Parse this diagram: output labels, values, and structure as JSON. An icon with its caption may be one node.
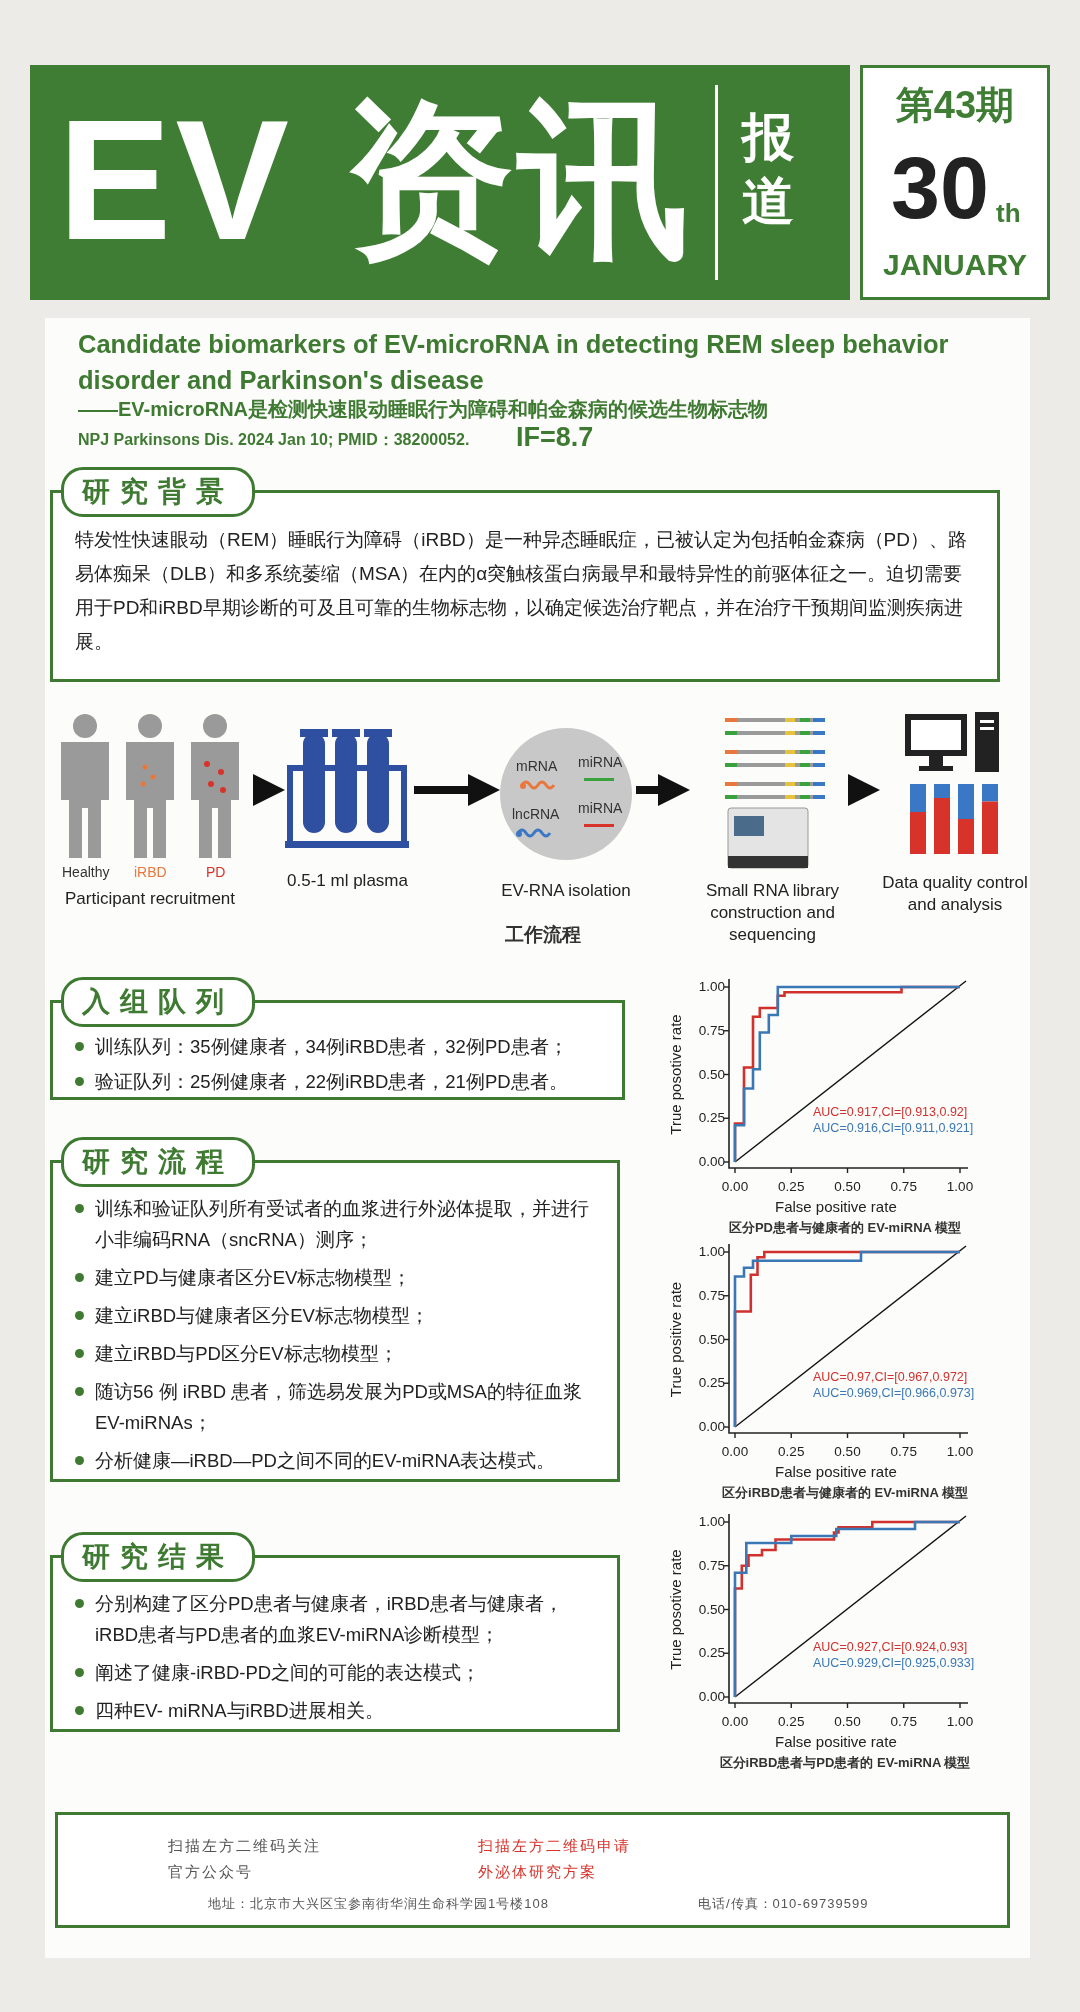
{
  "diagram": {
    "title": "Candidate biomarkers of EV-microRNA in detecting REM sleep behavior disorder and Parkinson's disease",
    "nodes": [
      {
        "text": [
          "EV 资讯",
          "报道"
        ]
      },
      {
        "text": [
          "第43期",
          "30",
          "th",
          "JANUARY"
        ]
      },
      {
        "text": [
          "研究背景",
          "特发性快速眼动（REM）睡眠行为障碍（iRBD）是一种异态睡眠症，已被认定为包括帕金森病（PD）、路易体痴呆（DLB）和多系统萎缩（MSA）在内的α突触核蛋白病最早和最特异性的前驱体征之一。迫切需要用于PD和iRBD早期诊断的可及且可靠的生物标志物，以确定候选治疗靶点，并在治疗干预期间监测疾病进展。"
        ]
      },
      {
        "text": [
          "Participant recruitment"
        ]
      },
      {
        "text": [
          "0.5-1 ml plasma"
        ]
      },
      {
        "text": [
          "mRNA",
          "miRNA",
          "lncRNA",
          "miRNA"
        ],
        "beside": [
          "EV-RNA isolation"
        ]
      },
      {
        "text": [
          "Small RNA library construction and sequencing"
        ]
      },
      {
        "text": [
          "Data quality control and analysis"
        ]
      },
      {
        "text": [
          "入组队列",
          "训练队列：35例健康者，34例iRBD患者，32例PD患者；",
          "验证队列：25例健康者，22例iRBD患者，21例PD患者。"
        ]
      },
      {
        "text": [
          "研究流程",
          "训练和验证队列所有受试者的血浆进行外泌体提取，并进行小非编码RNA（sncRNA）测序；",
          "建立PD与健康者区分EV标志物模型；",
          "建立iRBD与健康者区分EV标志物模型；",
          "建立iRBD与PD区分EV标志物模型；",
          "随访56 例 iRBD 患者，筛选易发展为PD或MSA的特征血浆EV-miRNAs；",
          "分析健康—iRBD—PD之间不同的EV-miRNA表达模式。"
        ]
      },
      {
        "text": [
          "研究结果",
          "分别构建了区分PD患者与健康者，iRBD患者与健康者，iRBD患者与PD患者的血浆EV-miRNA诊断模型；",
          "阐述了健康-iRBD-PD之间的可能的表达模式；",
          "四种EV- miRNA与iRBD进展相关。"
        ]
      },
      {
        "text": [
          "扫描左方二维码关注官方公众号",
          "扫描左方二维码申请外泌体研究方案",
          "地址：北京市大兴区宝参南街华润生命科学园1号楼108",
          "电话/传真：010-69739599"
        ]
      }
    ],
    "edges": [
      {
        "from": 3,
        "to": 4,
        "arrow": "to"
      },
      {
        "from": 4,
        "to": 5,
        "arrow": "to"
      },
      {
        "from": 5,
        "to": 6,
        "arrow": "to"
      },
      {
        "from": 6,
        "to": 7,
        "arrow": "to"
      }
    ],
    "labels": [
      "——EV-microRNA是检测快速眼动睡眠行为障碍和帕金森病的候选生物标志物",
      "NPJ Parkinsons Dis. 2024 Jan 10; PMID：38200052.",
      "IF=8.7",
      "Healthy",
      "iRBD",
      "PD",
      "工作流程",
      "1.00",
      "0.75",
      "0.50",
      "0.25",
      "0.00",
      "True posotive rate",
      "AUC=0.917,CI=[0.913,0.92]",
      "AUC=0.916,CI=[0.911,0.921]",
      "0.00",
      "0.25",
      "0.50",
      "0.75",
      "1.00",
      "False positive rate",
      "区分PD患者与健康者的 EV-miRNA 模型",
      "1.00",
      "0.75",
      "0.50",
      "0.25",
      "0.00",
      "True positive rate",
      "AUC=0.97,CI=[0.967,0.972]",
      "AUC=0.969,CI=[0.966,0.973]",
      "0.00",
      "0.25",
      "0.50",
      "0.75",
      "1.00",
      "False positive rate",
      "区分iRBD患者与健康者的 EV-miRNA 模型",
      "1.00",
      "0.75",
      "0.50",
      "0.25",
      "0.00",
      "True posotive rate",
      "AUC=0.927,CI=[0.924,0.93]",
      "AUC=0.929,CI=[0.925,0.933]",
      "0.00",
      "0.25",
      "0.50",
      "0.75",
      "1.00",
      "False positive rate",
      "区分iRBD患者与PD患者的 EV-miRNA 模型"
    ]
  }
}
